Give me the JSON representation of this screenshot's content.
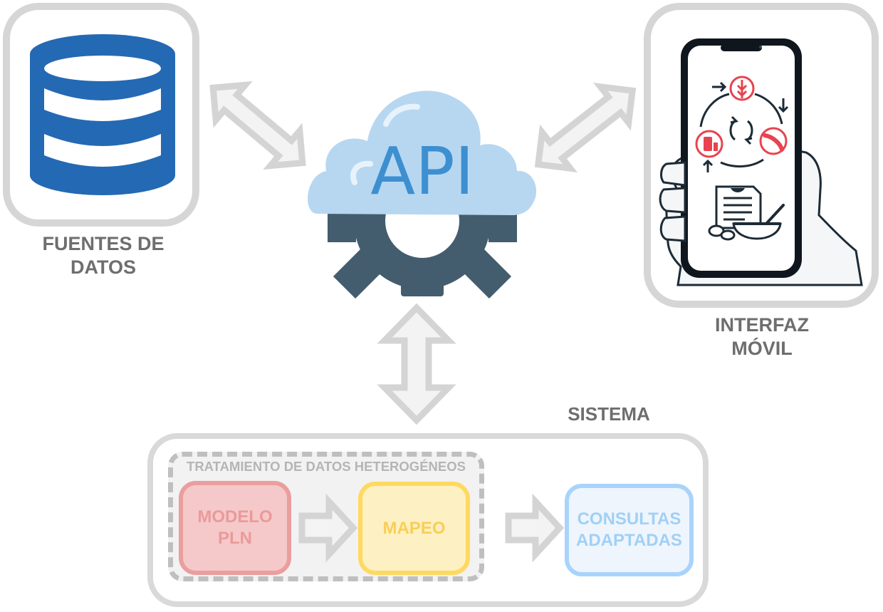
{
  "nodes": {
    "data_sources": {
      "label": "FUENTES DE\nDATOS",
      "icon": "database-icon"
    },
    "api": {
      "text": "API",
      "icon": "cloud-gear-icon"
    },
    "mobile": {
      "label": "INTERFAZ\nMÓVIL",
      "icon": "phone-in-hand-icon"
    }
  },
  "system": {
    "title": "SISTEMA",
    "heterogeneous_title": "TRATAMIENTO DE DATOS HETEROGÉNEOS",
    "steps": [
      {
        "label": "MODELO\nPLN"
      },
      {
        "label": "MAPEO"
      },
      {
        "label": "CONSULTAS\nADAPTADAS"
      }
    ]
  },
  "colors": {
    "database": "#2469b3",
    "cloud": "#b7d7f1",
    "api_text": "#3d8fd0",
    "gear": "#435d6e",
    "arrow_fill": "#f3f3f3",
    "arrow_stroke": "#d4d4d4",
    "label": "#6e6e6e",
    "food_accent": "#e8434f"
  }
}
